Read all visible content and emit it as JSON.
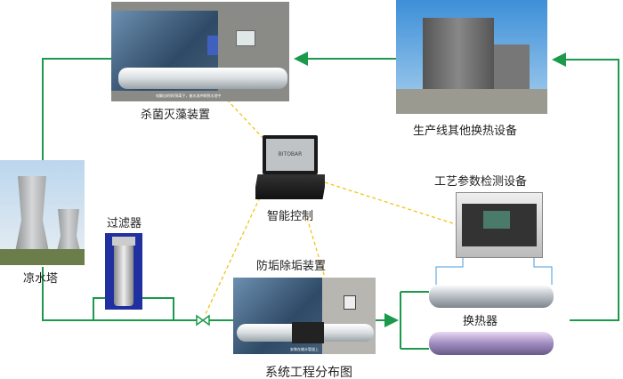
{
  "title": "系统工程分布图",
  "nodes": {
    "sterilizer": {
      "label": "杀菌灭藻装置",
      "caption": "电解出的铜/铜离子，被水流冲刷到水池中"
    },
    "production": {
      "label": "生产线其他换热设备"
    },
    "controller": {
      "label": "智能控制",
      "screen_brand": "BITOBAR"
    },
    "cooling_tower": {
      "label": "凉水塔"
    },
    "filter": {
      "label": "过滤器"
    },
    "antiscale": {
      "label": "防垢除垢装置",
      "caption": "安装在输水管道上"
    },
    "detector": {
      "label": "工艺参数检测设备"
    },
    "heat_exchanger": {
      "label": "换热器"
    }
  },
  "colors": {
    "pipe_line": "#1a9a4a",
    "control_line": "#f0c419"
  }
}
